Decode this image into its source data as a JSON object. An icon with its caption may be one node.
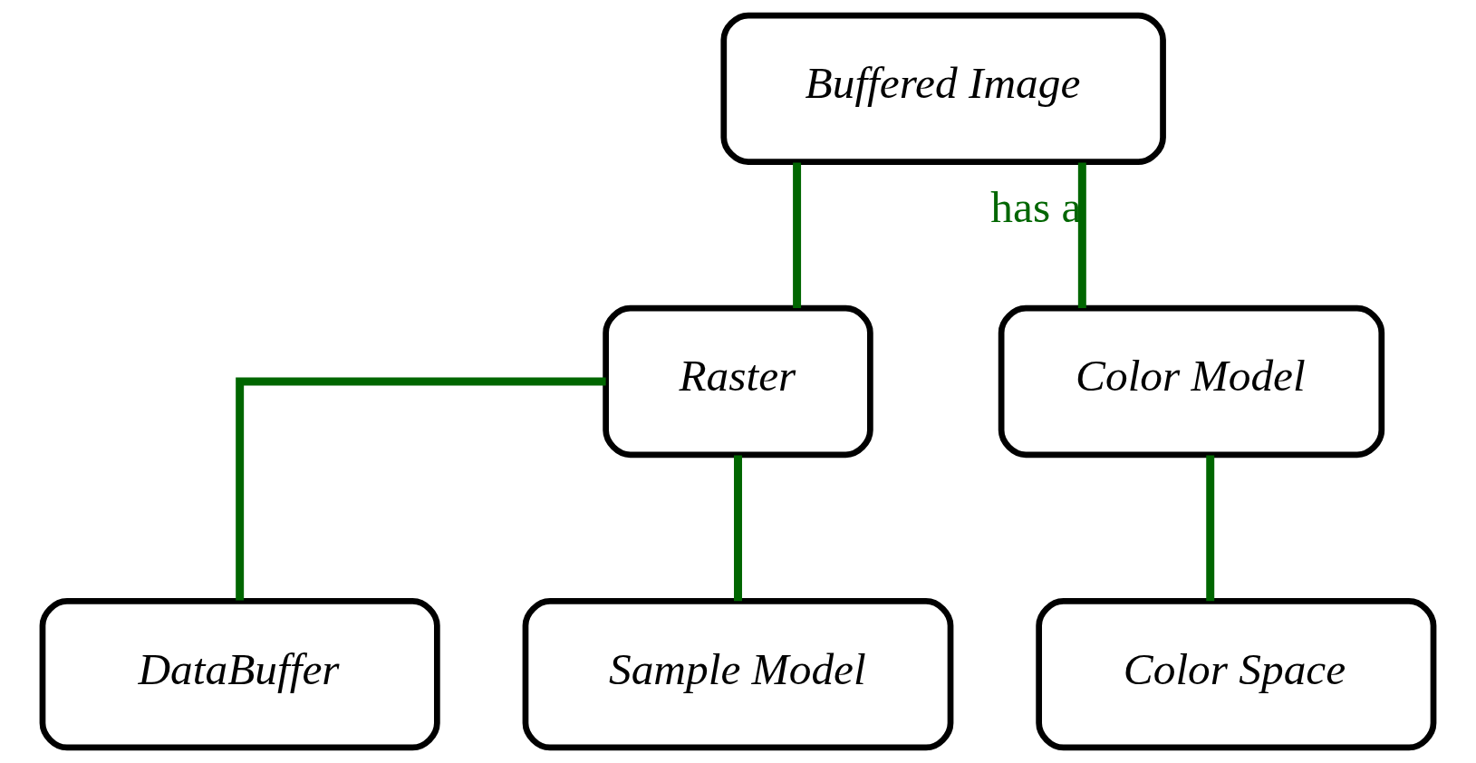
{
  "diagram": {
    "nodes": [
      {
        "text": [
          "Buffered Image"
        ]
      },
      {
        "text": [
          "Raster"
        ]
      },
      {
        "text": [
          "Color Model"
        ]
      },
      {
        "text": [
          "DataBuffer"
        ]
      },
      {
        "text": [
          "Sample Model"
        ]
      },
      {
        "text": [
          "Color Space"
        ]
      }
    ],
    "edges": [
      {
        "from": 0,
        "to": 1,
        "arrow": "none"
      },
      {
        "from": 0,
        "to": 2,
        "arrow": "none",
        "label": "has a"
      },
      {
        "from": 1,
        "to": 3,
        "arrow": "none"
      },
      {
        "from": 1,
        "to": 4,
        "arrow": "none"
      },
      {
        "from": 2,
        "to": 5,
        "arrow": "none"
      }
    ]
  }
}
